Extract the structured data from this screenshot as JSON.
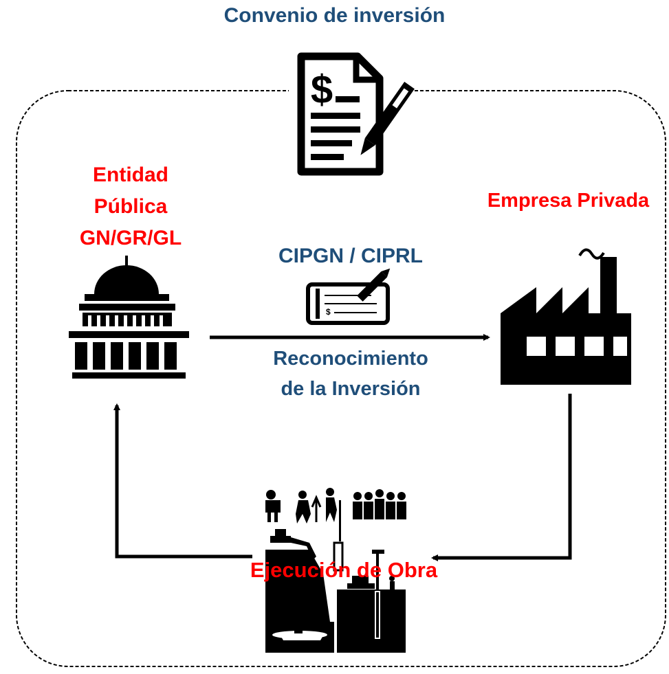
{
  "title": "Convenio de inversión",
  "public_entity": {
    "lines": [
      "Entidad",
      "Pública",
      "GN/GR/GL"
    ]
  },
  "private_company": {
    "label": "Empresa Privada"
  },
  "certificate": {
    "label": "CIPGN / CIPRL"
  },
  "recognition": {
    "lines": [
      "Reconocimiento",
      "de la Inversión"
    ]
  },
  "execution": {
    "label": "Ejecución de Obra"
  },
  "colors": {
    "title_blue": "#1f4e79",
    "actor_red": "#ff0000",
    "arrow": "#000000"
  },
  "icons": [
    "contract-icon",
    "government-building-icon",
    "check-icon",
    "factory-icon",
    "construction-workers-icon"
  ]
}
